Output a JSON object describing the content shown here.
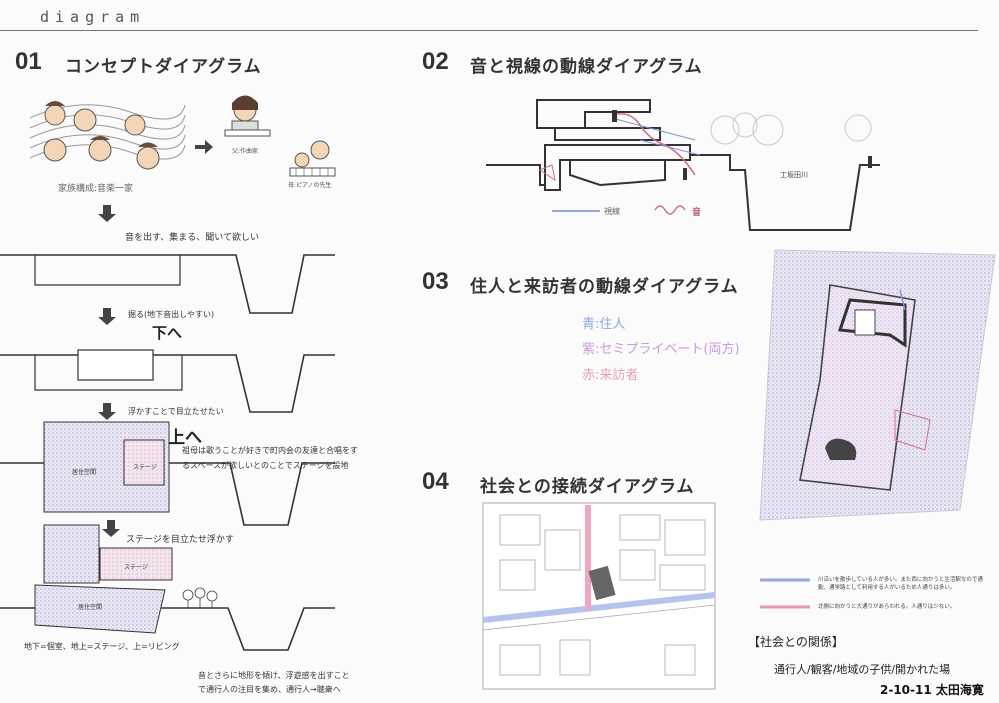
{
  "header": {
    "word": "diagram"
  },
  "sections": [
    {
      "num": "01",
      "title": "コンセプトダイアグラム"
    },
    {
      "num": "02",
      "title": "音と視線の動線ダイアグラム"
    },
    {
      "num": "03",
      "title": "住人と来訪者の動線ダイアグラム"
    },
    {
      "num": "04",
      "title": "社会との接続ダイアグラム"
    }
  ],
  "concept": {
    "family_label": "家族構成:音楽一家",
    "father_label": "父:作曲家",
    "mother_label": "母:ピアノの先生",
    "step1": "音を出す、集まる、聞いて欲しい",
    "step2": "掘る(地下音出しやすい)",
    "step2_big": "下へ",
    "step3": "浮かすことで目立たせたい",
    "step3_big": "上へ",
    "living_label": "居住空間",
    "stage_label": "ステージ",
    "grandma_note_1": "祖母は歌うことが好きで町内会の友達と合唱をす",
    "grandma_note_2": "るスペースが欲しいとのことでステージを設地",
    "step4": "ステージを目立たせ浮かす",
    "stage_label_2": "ステージ",
    "living_label_2": "居住空間",
    "floors_note": "地下=個室、地上=ステージ、上=リビング",
    "final_note_1": "音とさらに地形を傾け、浮遊感を出すこと",
    "final_note_2": "で通行人の注目を集め、通行人→聴衆へ"
  },
  "sound": {
    "river_label": "工坂田川",
    "legend_sight": "視線",
    "legend_sound": "音"
  },
  "flow": {
    "blue": "青:住人",
    "purple": "紫:セミプライベート(両方)",
    "red": "赤:来訪者"
  },
  "society": {
    "legend_blue": "川沿いを散歩している人が多い。また西に向かうと生活駅なので通勤、通学路として利用する人がいるため人通りは多い。",
    "legend_red": "北側に向かうと大通りがあらわれる。人通りは少ない。",
    "relation_title": "【社会との関係】",
    "relation_text": "通行人/観客/地域の子供/開かれた場",
    "author": "2-10-11 太田海寛"
  },
  "colors": {
    "blue": "#8fa6e0",
    "pink": "#e08aa6",
    "purple": "#c79be0",
    "red": "#e5a0b4"
  }
}
